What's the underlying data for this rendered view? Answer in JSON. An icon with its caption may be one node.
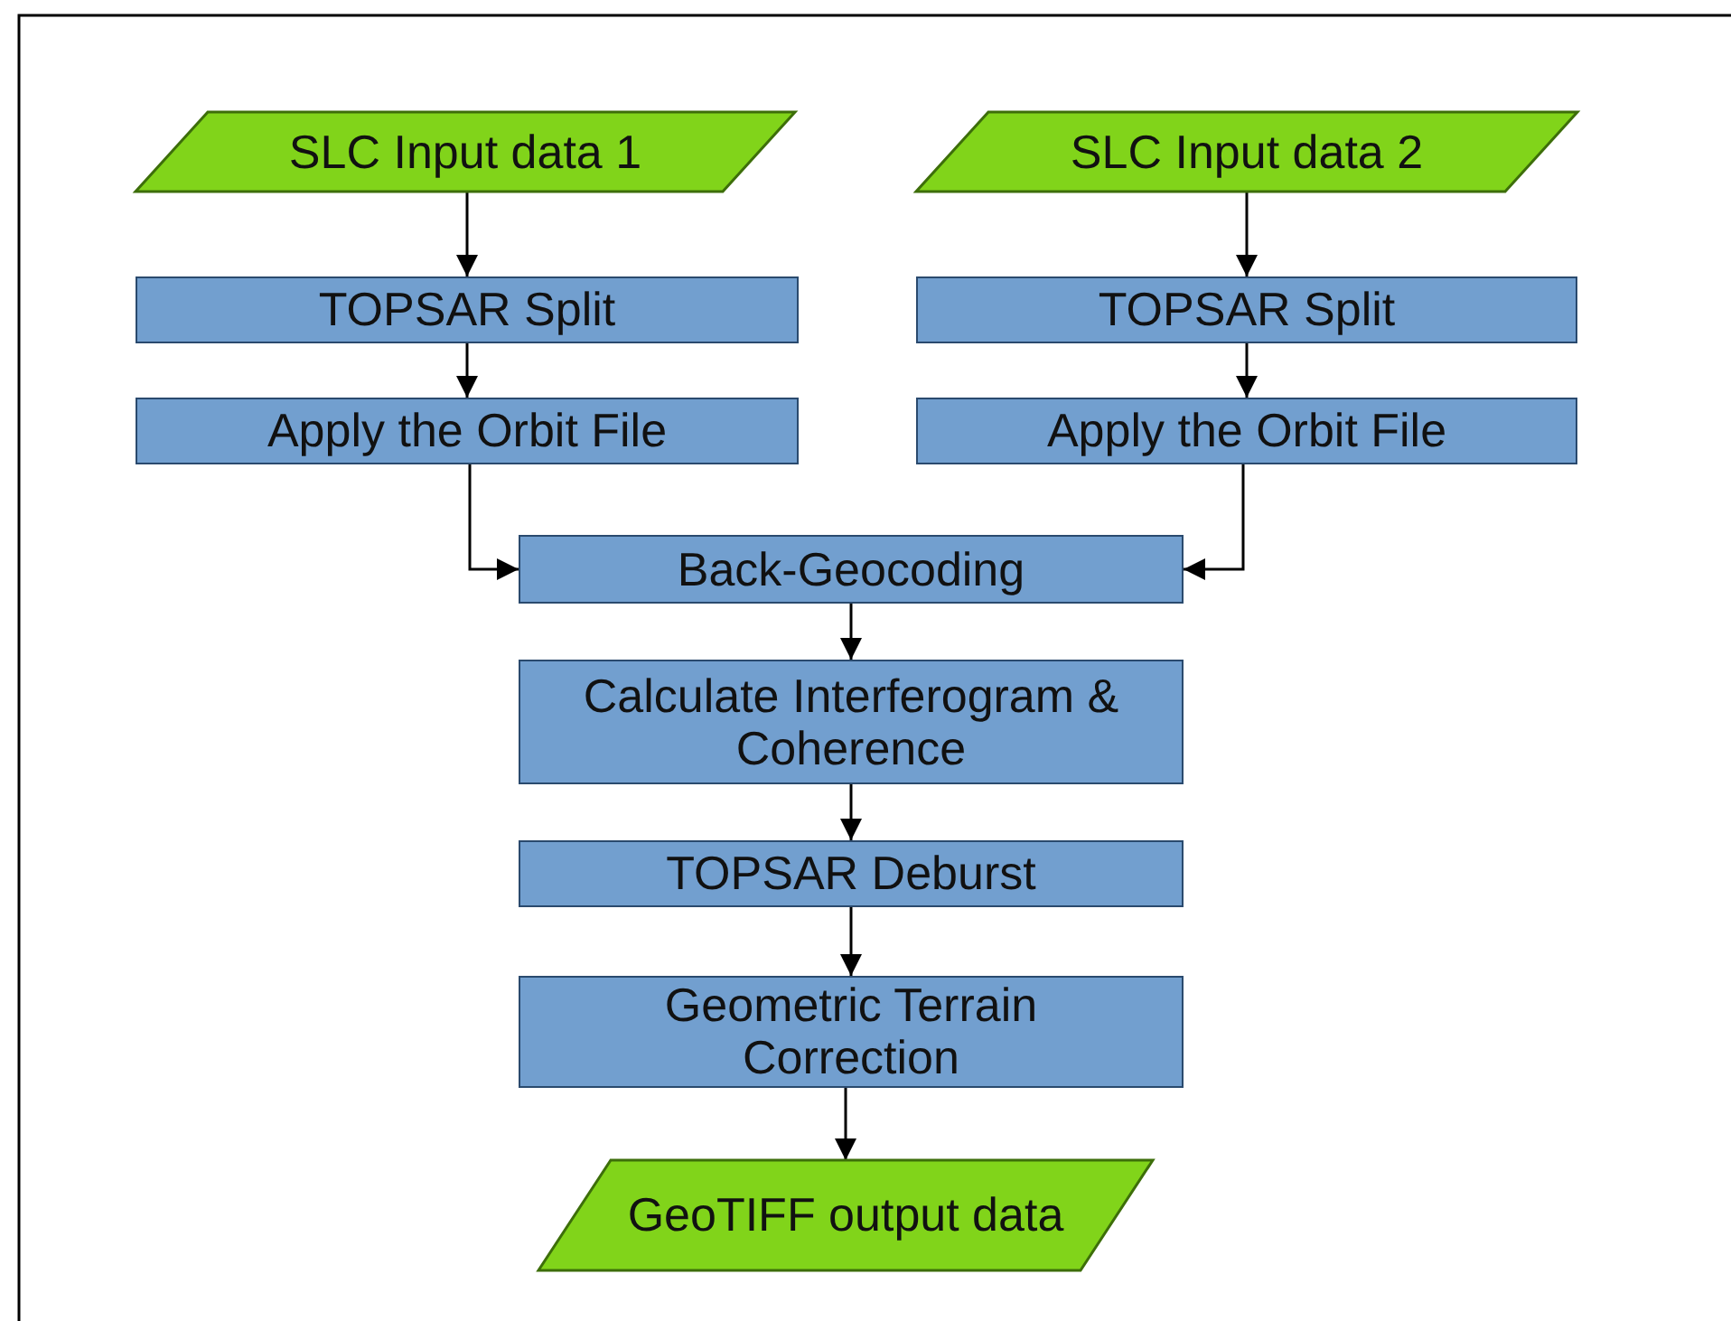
{
  "diagram": {
    "nodes": [
      {
        "text": [
          "SLC Input data 1"
        ]
      },
      {
        "text": [
          "SLC Input data 2"
        ]
      },
      {
        "text": [
          "TOPSAR Split"
        ]
      },
      {
        "text": [
          "TOPSAR Split"
        ]
      },
      {
        "text": [
          "Apply the Orbit File"
        ]
      },
      {
        "text": [
          "Apply the Orbit File"
        ]
      },
      {
        "text": [
          "Back-Geocoding"
        ]
      },
      {
        "text": [
          "Calculate Interferogram & Coherence"
        ]
      },
      {
        "text": [
          "TOPSAR Deburst"
        ]
      },
      {
        "text": [
          "Geometric Terrain Correction"
        ]
      },
      {
        "text": [
          "GeoTIFF output data"
        ]
      }
    ],
    "edges": [
      {
        "from": 0,
        "to": 2,
        "arrow": "to"
      },
      {
        "from": 2,
        "to": 4,
        "arrow": "to"
      },
      {
        "from": 1,
        "to": 3,
        "arrow": "to"
      },
      {
        "from": 3,
        "to": 5,
        "arrow": "to"
      },
      {
        "from": 4,
        "to": 6,
        "arrow": "to"
      },
      {
        "from": 5,
        "to": 6,
        "arrow": "to"
      },
      {
        "from": 6,
        "to": 7,
        "arrow": "to"
      },
      {
        "from": 7,
        "to": 8,
        "arrow": "to"
      },
      {
        "from": 8,
        "to": 9,
        "arrow": "to"
      },
      {
        "from": 9,
        "to": 10,
        "arrow": "to"
      }
    ]
  }
}
